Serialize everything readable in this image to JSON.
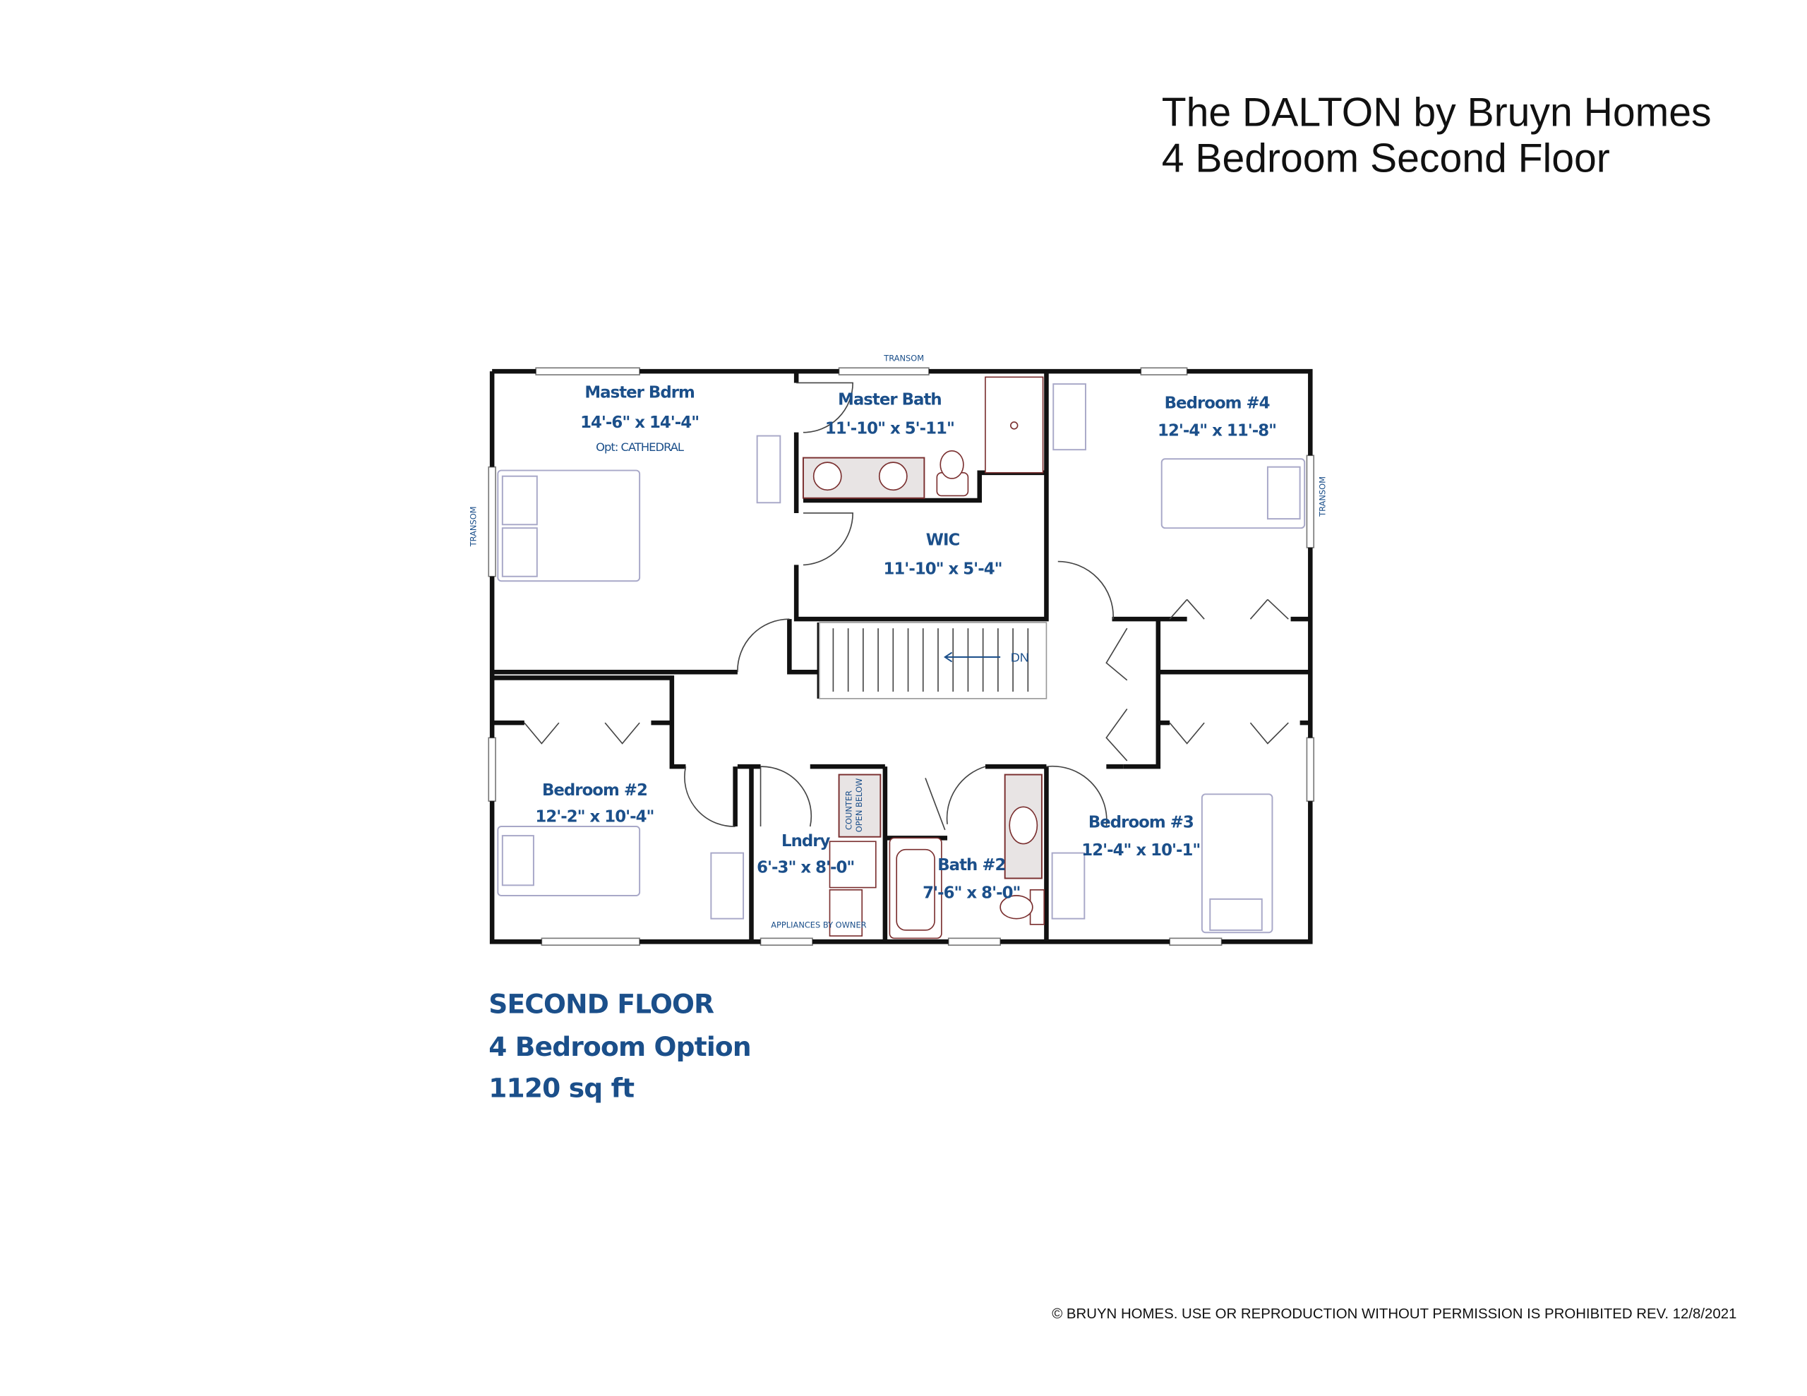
{
  "header": {
    "title_line1": "The DALTON by Bruyn Homes",
    "title_line2": "4 Bedroom Second Floor"
  },
  "plan": {
    "rooms": [
      {
        "name": "Master Bdrm",
        "size": "14'-6\" x 14'-4\"",
        "note": "Opt: CATHEDRAL"
      },
      {
        "name": "Master Bath",
        "size": "11'-10\" x 5'-11\""
      },
      {
        "name": "Bedroom #4",
        "size": "12'-4\" x 11'-8\""
      },
      {
        "name": "WIC",
        "size": "11'-10\" x 5'-4\""
      },
      {
        "name": "Bedroom #2",
        "size": "12'-2\" x 10'-4\""
      },
      {
        "name": "Lndry",
        "size": "6'-3\" x 8'-0\""
      },
      {
        "name": "Bath #2",
        "size": "7'-6\" x 8'-0\""
      },
      {
        "name": "Bedroom #3",
        "size": "12'-4\" x 10'-1\""
      }
    ],
    "annotations": {
      "transom": "TRANSOM",
      "stairs": "DN",
      "counter_line1": "COUNTER",
      "counter_line2": "OPEN BELOW",
      "appliances": "APPLIANCES BY OWNER"
    }
  },
  "summary": {
    "floor": "SECOND FLOOR",
    "option": "4 Bedroom Option",
    "area": "1120 sq ft"
  },
  "footer": {
    "copyright": "© BRUYN HOMES. USE OR REPRODUCTION WITHOUT PERMISSION IS PROHIBITED REV. 12/8/2021"
  }
}
